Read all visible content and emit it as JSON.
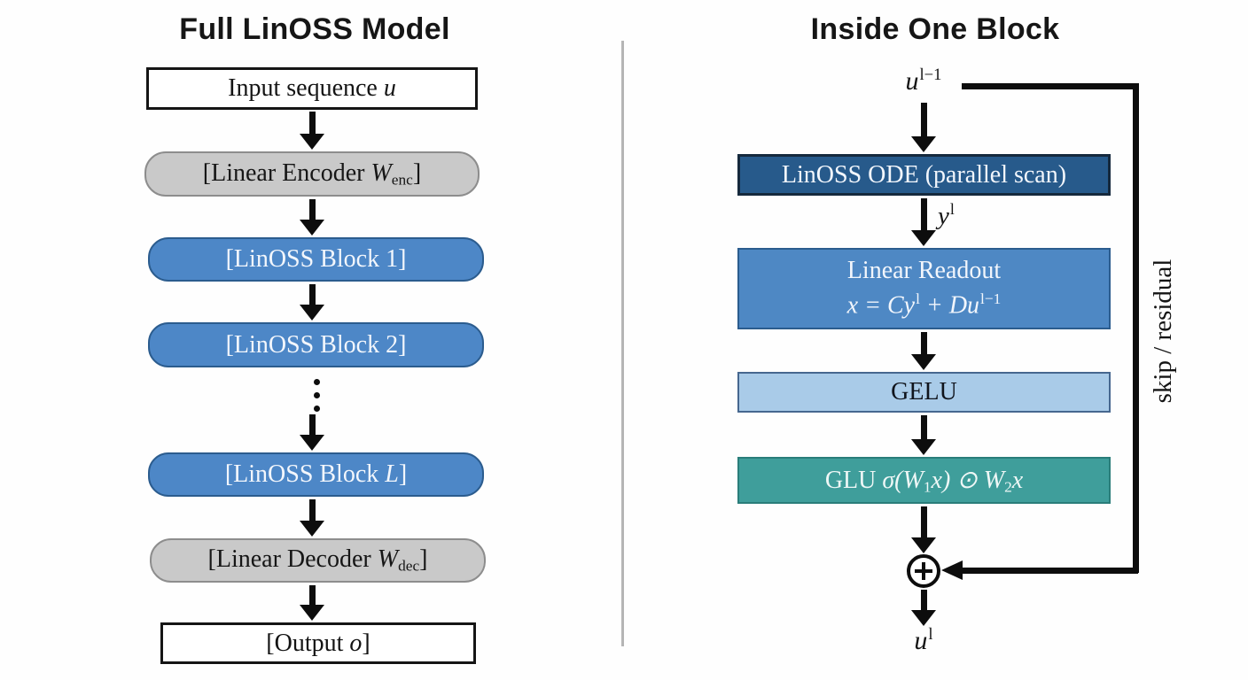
{
  "colors": {
    "block_blue": "#4d87c7",
    "encoder_gray": "#c9c9c9",
    "ode_navy": "#275a8b",
    "readout_blue": "#4e88c4",
    "gelu_lightblue": "#a9cbe8",
    "glu_teal": "#3f9e9b",
    "arrow_black": "#0d0d0d",
    "divider_gray": "#b5b5b5"
  },
  "left": {
    "title": "Full LinOSS Model",
    "input": {
      "pre": "Input sequence ",
      "var": "u"
    },
    "encoder": {
      "pre": "[Linear Encoder ",
      "var": "W",
      "sub": "enc",
      "post": "]"
    },
    "block1": {
      "label": "[LinOSS Block 1]"
    },
    "block2": {
      "label": "[LinOSS Block 2]"
    },
    "blockL": {
      "pre": "[LinOSS Block ",
      "var": "L",
      "post": "]"
    },
    "decoder": {
      "pre": "[Linear Decoder ",
      "var": "W",
      "sub": "dec",
      "post": "]"
    },
    "output": {
      "pre": "[Output ",
      "var": "o",
      "post": "]"
    }
  },
  "right": {
    "title": "Inside One Block",
    "input_label": {
      "var": "u",
      "sup": "l−1"
    },
    "ode": {
      "label": "LinOSS ODE (parallel scan)"
    },
    "y_label": {
      "var": "y",
      "sup": "l"
    },
    "readout": {
      "line1": "Linear Readout",
      "f1": "x = Cy",
      "s1": "l",
      "f2": " + Du",
      "s2": "l−1"
    },
    "gelu": {
      "label": "GELU"
    },
    "glu": {
      "pre": "GLU ",
      "f1": "σ(W",
      "sub1": "1",
      "f2": "x) ⊙ W",
      "sub2": "2",
      "f3": "x"
    },
    "output_label": {
      "var": "u",
      "sup": "l"
    },
    "skip_label": "skip / residual"
  }
}
